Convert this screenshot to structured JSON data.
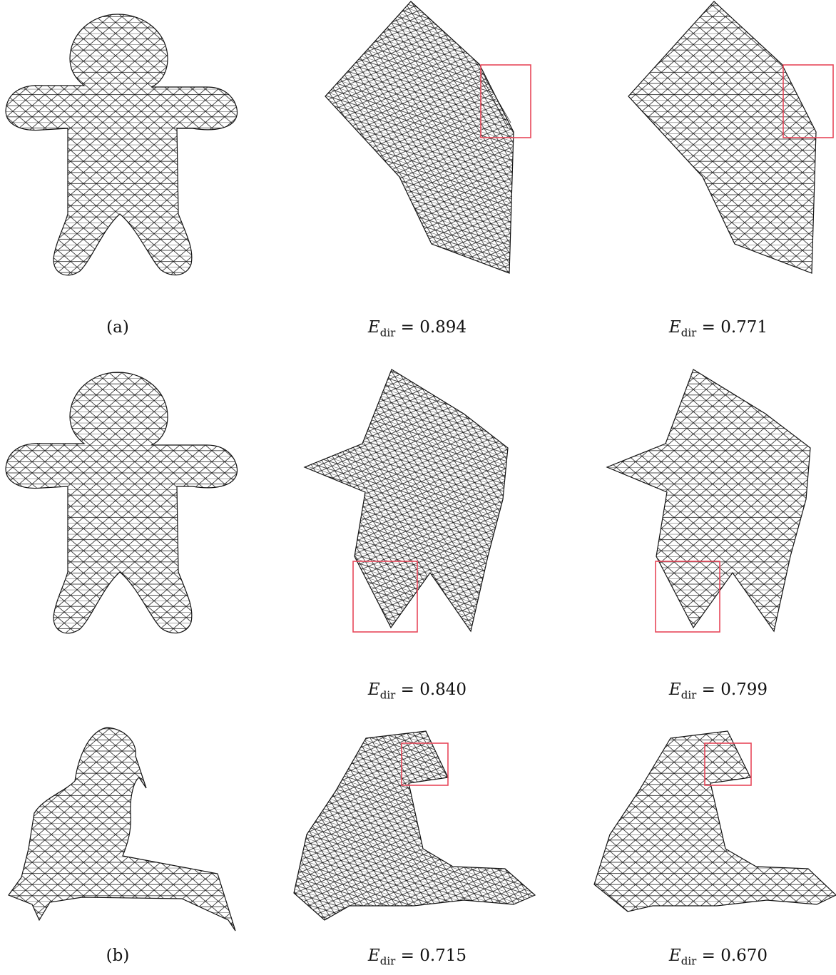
{
  "figure": {
    "rows": [
      {
        "id": "row-1",
        "label": "(a)",
        "panels": [
          {
            "shape": "gingerbread-man",
            "caption": null
          },
          {
            "shape": "parameterization-kite",
            "caption": "0.894",
            "highlight": true
          },
          {
            "shape": "parameterization-kite",
            "caption": "0.771",
            "highlight": true
          }
        ]
      },
      {
        "id": "row-2",
        "label": null,
        "panels": [
          {
            "shape": "gingerbread-man",
            "caption": null
          },
          {
            "shape": "parameterization-star",
            "caption": "0.840",
            "highlight": true
          },
          {
            "shape": "parameterization-star",
            "caption": "0.799",
            "highlight": true
          }
        ]
      },
      {
        "id": "row-3",
        "label": "(b)",
        "panels": [
          {
            "shape": "bird-on-branch",
            "caption": null
          },
          {
            "shape": "parameterization-bird",
            "caption": "0.715",
            "highlight": true
          },
          {
            "shape": "parameterization-bird",
            "caption": "0.670",
            "highlight": true
          }
        ]
      }
    ],
    "energy_symbol": "E",
    "energy_subscript": "dir",
    "colors": {
      "mesh": "#111111",
      "highlight_box": "#e8485a",
      "background": "#ffffff"
    }
  }
}
